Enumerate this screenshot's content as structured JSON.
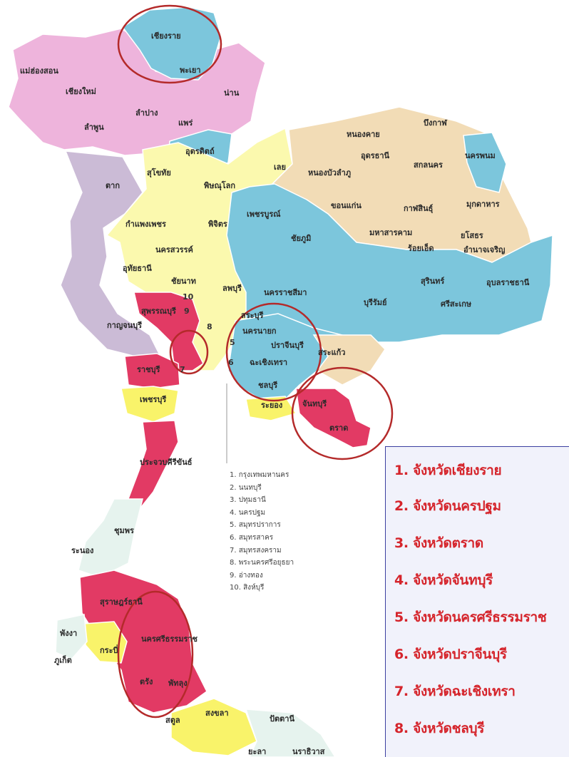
{
  "colors": {
    "pink_region": "#eeb4dc",
    "blue_region": "#7cc6dc",
    "yellow_region": "#fbf9ae",
    "tan_region": "#f2dcb6",
    "lavender_region": "#cbbbd6",
    "red_region": "#e23a64",
    "bright_yellow": "#f9f36a",
    "pale_region": "#e6f3ee",
    "circle": "#b42a2a",
    "legend_text": "#d5242b"
  },
  "provinces": {
    "north": [
      "เชียงราย",
      "พะเยา",
      "แม่ฮ่องสอน",
      "เชียงใหม่",
      "น่าน",
      "ลำปาง",
      "แพร่",
      "ลำพูน",
      "อุตรดิตถ์",
      "ตาก",
      "สุโขทัย",
      "พิษณุโลก",
      "กำแพงเพชร",
      "พิจิตร",
      "นครสวรรค์",
      "อุทัยธานี",
      "ชัยนาท",
      "ลพบุรี"
    ],
    "northeast": [
      "บึงกาฬ",
      "หนองคาย",
      "อุดรธานี",
      "สกลนคร",
      "นครพนม",
      "เลย",
      "หนองบัวลำภู",
      "ขอนแก่น",
      "กาฬสินธุ์",
      "มุกดาหาร",
      "เพชรบูรณ์",
      "ชัยภูมิ",
      "มหาสารคาม",
      "ร้อยเอ็ด",
      "ยโสธร",
      "อำนาจเจริญ",
      "นครราชสีมา",
      "บุรีรัมย์",
      "สุรินทร์",
      "ศรีสะเกษ",
      "อุบลราชธานี"
    ],
    "central_east": [
      "สุพรรณบุรี",
      "กาญจนบุรี",
      "สระบุรี",
      "นครนายก",
      "ปราจีนบุรี",
      "สระแก้ว",
      "ฉะเชิงเทรา",
      "ชลบุรี",
      "ระยอง",
      "จันทบุรี",
      "ตราด",
      "ราชบุรี",
      "เพชรบุรี",
      "ประจวบคีรีขันธ์"
    ],
    "south": [
      "ชุมพร",
      "ระนอง",
      "สุราษฎร์ธานี",
      "พังงา",
      "นครศรีธรรมราช",
      "กระบี่",
      "ภูเก็ต",
      "ตรัง",
      "พัทลุง",
      "สงขลา",
      "ปัตตานี",
      "สตูล",
      "ยะลา",
      "นราธิวาส"
    ]
  },
  "map_numbers": [
    "10",
    "9",
    "8",
    "5",
    "6",
    "7"
  ],
  "small_list": [
    "1.  กรุงเทพมหานคร",
    "2.  นนทบุรี",
    "3.  ปทุมธานี",
    "4.  นครปฐม",
    "5.  สมุทรปราการ",
    "6.  สมุทรสาคร",
    "7.  สมุทรสงคราม",
    "8.  พระนครศรีอยุธยา",
    "9.  อ่างทอง",
    "10.  สิงห์บุรี"
  ],
  "legend": [
    "1. จังหวัดเชียงราย",
    "2. จังหวัดนครปฐม",
    "3. จังหวัดตราด",
    "4. จังหวัดจันทบุรี",
    "5. จังหวัดนครศรีธรรมราช",
    "6. จังหวัดปราจีนบุรี",
    "7. จังหวัดฉะเชิงเทรา",
    "8. จังหวัดชลบุรี"
  ]
}
